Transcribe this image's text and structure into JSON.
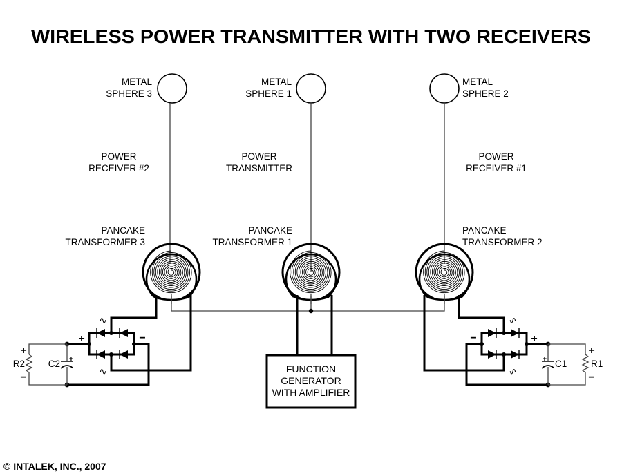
{
  "title": "WIRELESS POWER TRANSMITTER WITH TWO RECEIVERS",
  "copyright": "© INTALEK, INC., 2007",
  "columns": {
    "left": {
      "sphere_label": [
        "METAL",
        "SPHERE 3"
      ],
      "role_label": [
        "POWER",
        "RECEIVER #2"
      ],
      "transformer_label": [
        "PANCAKE",
        "TRANSFORMER 3"
      ]
    },
    "center": {
      "sphere_label": [
        "METAL",
        "SPHERE 1"
      ],
      "role_label": [
        "POWER",
        "TRANSMITTER"
      ],
      "transformer_label": [
        "PANCAKE",
        "TRANSFORMER 1"
      ]
    },
    "right": {
      "sphere_label": [
        "METAL",
        "SPHERE 2"
      ],
      "role_label": [
        "POWER",
        "RECEIVER #1"
      ],
      "transformer_label": [
        "PANCAKE",
        "TRANSFORMER 2"
      ]
    }
  },
  "generator": {
    "label": [
      "FUNCTION",
      "GENERATOR",
      "WITH AMPLIFIER"
    ]
  },
  "left_circuit": {
    "resistor": "R2",
    "capacitor": "C2",
    "plus": "+",
    "minus": "−",
    "ac": "∿"
  },
  "right_circuit": {
    "resistor": "R1",
    "capacitor": "C1",
    "plus": "+",
    "minus": "−",
    "ac": "∿"
  }
}
